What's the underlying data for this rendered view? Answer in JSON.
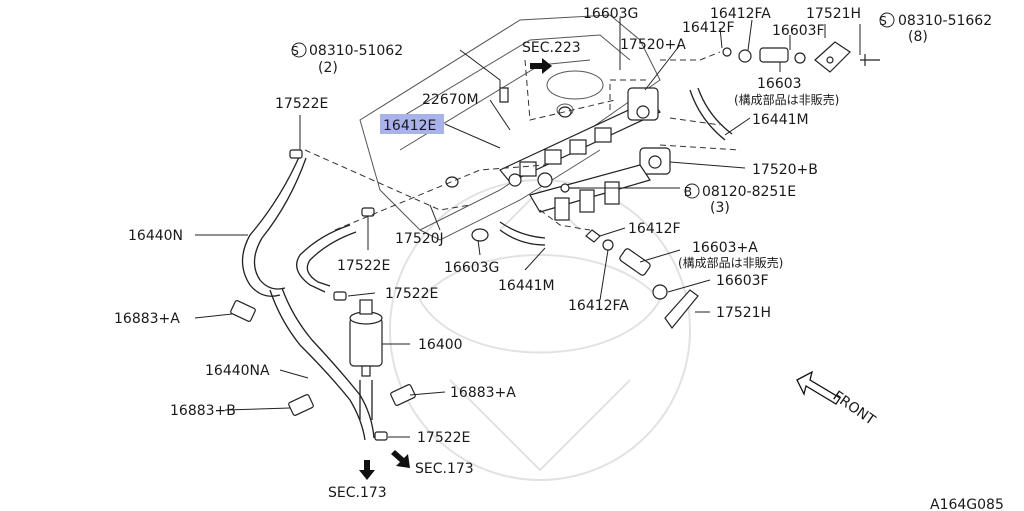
{
  "labels": {
    "p16603g_top": "16603G",
    "p16412fa_top": "16412FA",
    "p17521h_top": "17521H",
    "s08310_51662": "08310-51662",
    "s08310_51662_qty": "(8)",
    "s08310_51062": "08310-51062",
    "s08310_51062_qty": "(2)",
    "sec223": "SEC.223",
    "p16412f_top": "16412F",
    "p17520a": "17520+A",
    "p16603f_top": "16603F",
    "p16603": "16603",
    "note_top": "(構成部品は非販売)",
    "p17522e_left": "17522E",
    "p22670m": "22670M",
    "p16412e": "16412E",
    "p16441m_right": "16441M",
    "p17520b": "17520+B",
    "b08120_8251e": "08120-8251E",
    "b08120_8251e_qty": "(3)",
    "p16440n": "16440N",
    "p17520j": "17520J",
    "p16412f_mid": "16412F",
    "p16603a": "16603+A",
    "note_mid": "(構成部品は非販売)",
    "p17522e_mid": "17522E",
    "p16603g_mid": "16603G",
    "p16441m_mid": "16441M",
    "p16603f_mid": "16603F",
    "p16412fa_mid": "16412FA",
    "p17522e_lower": "17522E",
    "p16883a_left": "16883+A",
    "p17521h_mid": "17521H",
    "p16400": "16400",
    "p16440na": "16440NA",
    "p16883a_mid": "16883+A",
    "p16883b": "16883+B",
    "p17522e_bottom": "17522E",
    "sec173_right": "SEC.173",
    "sec173_bottom": "SEC.173",
    "front": "FRONT",
    "diagram_id": "A164G085",
    "s_symbol": "S",
    "b_symbol": "B"
  },
  "highlight_color": "#a9b3ea",
  "line_color": "#222222"
}
